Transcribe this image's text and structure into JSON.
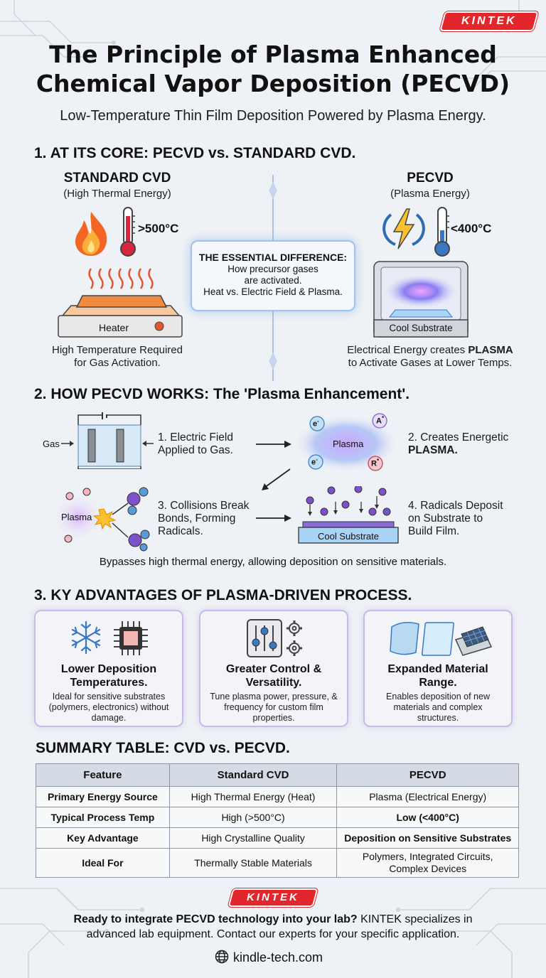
{
  "brand": {
    "logo_text": "KINTEK",
    "brand_color": "#e3262b"
  },
  "header": {
    "title_line1": "The Principle of Plasma Enhanced",
    "title_line2": "Chemical Vapor Deposition (PECVD)",
    "subtitle": "Low-Temperature Thin Film Deposition Powered by Plasma Energy."
  },
  "section1": {
    "heading": "1. AT ITS CORE: PECVD vs. STANDARD CVD.",
    "left": {
      "title": "STANDARD CVD",
      "subtitle": "(High Thermal Energy)",
      "temp": ">500°C",
      "device_label": "Heater",
      "caption_line1": "High Temperature Required",
      "caption_line2": "for Gas Activation."
    },
    "center": {
      "title": "THE ESSENTIAL DIFFERENCE:",
      "line1": "How precursor gases",
      "line2": "are activated.",
      "line3": "Heat vs. Electric Field & Plasma."
    },
    "right": {
      "title": "PECVD",
      "subtitle": "(Plasma Energy)",
      "temp": "<400°C",
      "device_label": "Cool Substrate",
      "caption_line1_pre": "Electrical Energy creates ",
      "caption_line1_bold": "PLASMA",
      "caption_line2": "to Activate Gases at Lower Temps."
    }
  },
  "section2": {
    "heading": "2. HOW PECVD WORKS: The 'Plasma Enhancement'.",
    "gas_label": "Gas",
    "step1_line1": "1. Electric Field",
    "step1_line2": "Applied to Gas.",
    "plasma_label": "Plasma",
    "particles": {
      "e": "e",
      "a": "A",
      "r": "R",
      "minus": "-",
      "star": "*"
    },
    "step2_line1": "2. Creates Energetic",
    "step2_line2": "PLASMA.",
    "plasma_label2": "Plasma",
    "step3_line1": "3. Collisions Break",
    "step3_line2": "Bonds, Forming",
    "step3_line3": "Radicals.",
    "substrate_label": "Cool Substrate",
    "step4_line1": "4. Radicals Deposit",
    "step4_line2": "on Substrate to",
    "step4_line3": "Build Film.",
    "note": "Bypasses high thermal energy, allowing deposition on sensitive materials."
  },
  "section3": {
    "heading": "3. KY ADVANTAGES OF PLASMA-DRIVEN PROCESS.",
    "cards": [
      {
        "title_line1": "Lower Deposition",
        "title_line2": "Temperatures.",
        "desc_line1": "Ideal for sensitive substrates",
        "desc_line2": "(polymers, electronics) without",
        "desc_line3": "damage."
      },
      {
        "title_line1": "Greater Control &",
        "title_line2": "Versatility.",
        "desc_line1": "Tune plasma power, pressure, &",
        "desc_line2": "frequency for custom film",
        "desc_line3": "properties."
      },
      {
        "title_line1": "Expanded Material",
        "title_line2": "Range.",
        "desc_line1": "Enables deposition of new",
        "desc_line2": "materials and complex",
        "desc_line3": "structures."
      }
    ]
  },
  "summary": {
    "heading": "SUMMARY TABLE: CVD vs. PECVD.",
    "columns": [
      "Feature",
      "Standard CVD",
      "PECVD"
    ],
    "rows": [
      [
        "Primary Energy Source",
        "High Thermal Energy (Heat)",
        "Plasma (Electrical Energy)"
      ],
      [
        "Typical Process Temp",
        "High (>500°C)",
        "Low (<400°C)"
      ],
      [
        "Key Advantage",
        "High Crystalline Quality",
        "Deposition on Sensitive Substrates"
      ],
      [
        "Ideal For",
        "Thermally Stable Materials",
        "Polymers, Integrated Circuits,"
      ]
    ],
    "last_cell_line2": "Complex Devices"
  },
  "footer": {
    "cta_bold": "Ready to integrate PECVD technology into your lab?",
    "cta_rest": " KINTEK specializes in",
    "cta_line2": "advanced lab equipment. Contact our experts for your specific application.",
    "website": "kindle-tech.com"
  }
}
